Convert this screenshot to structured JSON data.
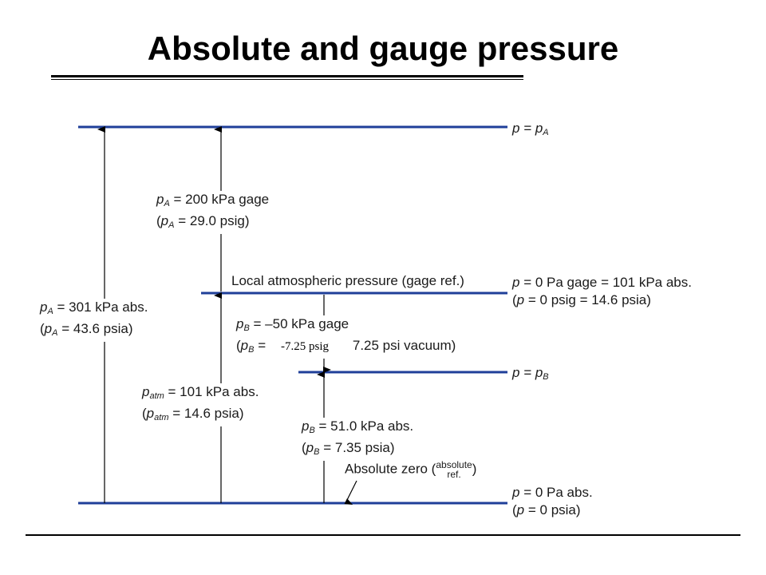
{
  "title": "Absolute and gauge pressure",
  "levels": {
    "pA": {
      "math": "p = p",
      "sub": "A"
    },
    "atm": {
      "line1_a": "p",
      "line1_b": " = 0 Pa gage = 101 kPa abs.",
      "line2_a": "(",
      "line2_b": "p",
      "line2_c": " = 0 psig = 14.6 psia)"
    },
    "pB": {
      "math": "p = p",
      "sub": "B"
    },
    "zero": {
      "line1_a": "p",
      "line1_b": " = 0 Pa abs.",
      "line2_a": "(",
      "line2_b": "p",
      "line2_c": " = 0 psia)"
    }
  },
  "annotations": {
    "pA_gage": {
      "l1_sym": "p",
      "l1_sub": "A",
      "l1_text": " = 200 kPa gage",
      "l2_open": "(",
      "l2_sym": "p",
      "l2_sub": "A",
      "l2_text": " = 29.0 psig)"
    },
    "pA_abs": {
      "l1_sym": "p",
      "l1_sub": "A",
      "l1_text": " = 301 kPa abs.",
      "l2_open": "(",
      "l2_sym": "p",
      "l2_sub": "A",
      "l2_text": " = 43.6 psia)"
    },
    "atm_ref": "Local atmospheric pressure (gage ref.)",
    "pB_gage": {
      "l1_sym": "p",
      "l1_sub": "B",
      "l1_text": " = –50 kPa gage",
      "l2_open": "(",
      "l2_sym": "p",
      "l2_sub": "B",
      "l2_text": " = ",
      "l2_tail": "7.25 psi vacuum)"
    },
    "pB_override": "-7.25 psig",
    "patm_abs": {
      "l1_sym": "p",
      "l1_sub": "atm",
      "l1_text": " = 101 kPa abs.",
      "l2_open": "(",
      "l2_sym": "p",
      "l2_sub": "atm",
      "l2_text": " = 14.6 psia)"
    },
    "pB_abs": {
      "l1_sym": "p",
      "l1_sub": "B",
      "l1_text": " = 51.0 kPa abs.",
      "l2_open": "(",
      "l2_sym": "p",
      "l2_sub": "B",
      "l2_text": " = 7.35 psia)"
    },
    "abs_zero": {
      "text": "Absolute zero (",
      "stack_top": "absolute",
      "stack_bottom": "ref.",
      "close": ")"
    }
  },
  "colors": {
    "level_line": "#1f3f99",
    "arrow": "#000000",
    "text": "#1a1a1a"
  }
}
